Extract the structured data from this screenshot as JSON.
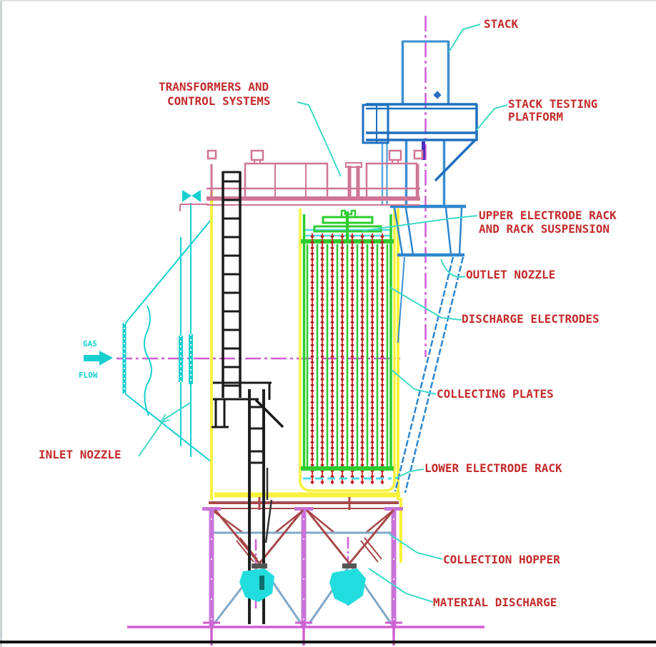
{
  "diagram": {
    "subject": "Electrostatic precipitator side elevation drawing",
    "labels": {
      "stack": "STACK",
      "transformers_1": "TRANSFORMERS AND",
      "transformers_2": "CONTROL SYSTEMS",
      "stack_testing_1": "STACK TESTING",
      "stack_testing_2": "PLATFORM",
      "upper_rack_1": "UPPER ELECTRODE RACK",
      "upper_rack_2": "AND RACK SUSPENSION",
      "outlet_nozzle": "OUTLET NOZZLE",
      "discharge_electrodes": "DISCHARGE ELECTRODES",
      "collecting_plates": "COLLECTING PLATES",
      "lower_rack": "LOWER ELECTRODE RACK",
      "collection_hopper": "COLLECTION HOPPER",
      "material_discharge": "MATERIAL DISCHARGE",
      "inlet_nozzle": "INLET NOZZLE",
      "gas": "GAS",
      "flow": "FLOW"
    },
    "colors": {
      "label_red": "#c32b2b",
      "leader_cyan": "#3fd9c6",
      "stack_blue": "#2e86cd",
      "inlet_cyan": "#17cfcf",
      "casing_yellow": "#f7f23c",
      "plates_green": "#2ecc2e",
      "electrodes_red": "#e03030",
      "transformer_pink": "#cf7596",
      "hopper_brown": "#a84848",
      "column_violet": "#c873d8",
      "brace_steel_blue": "#7fa8c8",
      "ground_magenta": "#d05fd0",
      "centerline_magenta": "#cf5fd6",
      "ladder_black": "#1a1a1a"
    }
  }
}
